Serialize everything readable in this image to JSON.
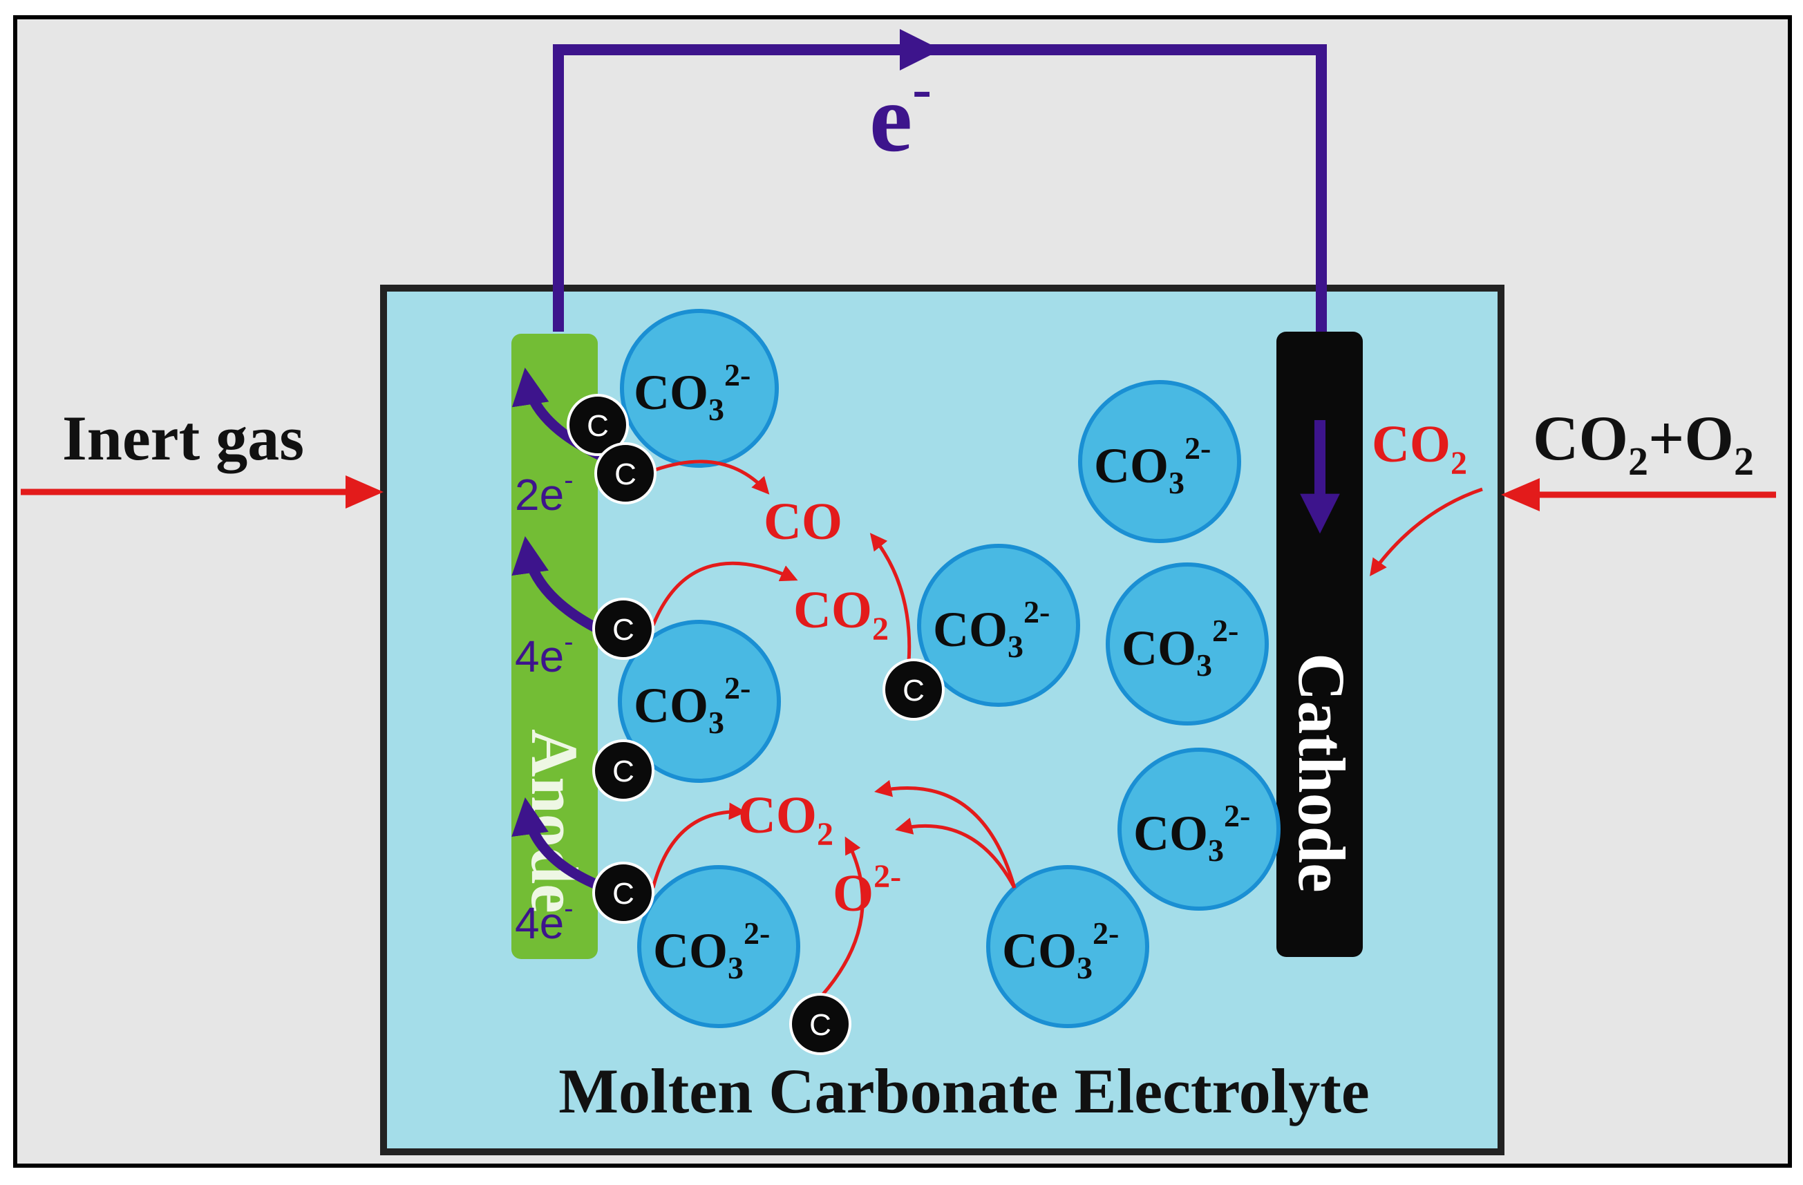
{
  "colors": {
    "frame_bg": "#e6e6e6",
    "electrolyte": "#a4dde9",
    "circuit": "#3d148c",
    "anode": "#73bd35",
    "cathode": "#0a0a0a",
    "ion_fill": "#49b9e3",
    "ion_stroke": "#1a8fd3",
    "reaction": "#e31b1b",
    "gas_arrow": "#e31b1b"
  },
  "electron_label": {
    "main": "e",
    "sup": "-"
  },
  "inlet_left": "Inert gas",
  "inlet_right": {
    "a": "CO",
    "a_sub": "2",
    "plus": "+O",
    "b_sub": "2"
  },
  "electrolyte_label": "Molten Carbonate Electrolyte",
  "anode_label": "Anode",
  "cathode_label": "Cathode",
  "carbonate_ion": {
    "main": "CO",
    "sub": "3",
    "sup": "2-"
  },
  "carbon_label": "C",
  "electron_transfers": [
    {
      "num": "2e",
      "sup": "-"
    },
    {
      "num": "4e",
      "sup": "-"
    },
    {
      "num": "4e",
      "sup": "-"
    }
  ],
  "species": {
    "co": "CO",
    "co2": {
      "main": "CO",
      "sub": "2"
    },
    "oxide": {
      "main": "O",
      "sup": "2-"
    }
  }
}
